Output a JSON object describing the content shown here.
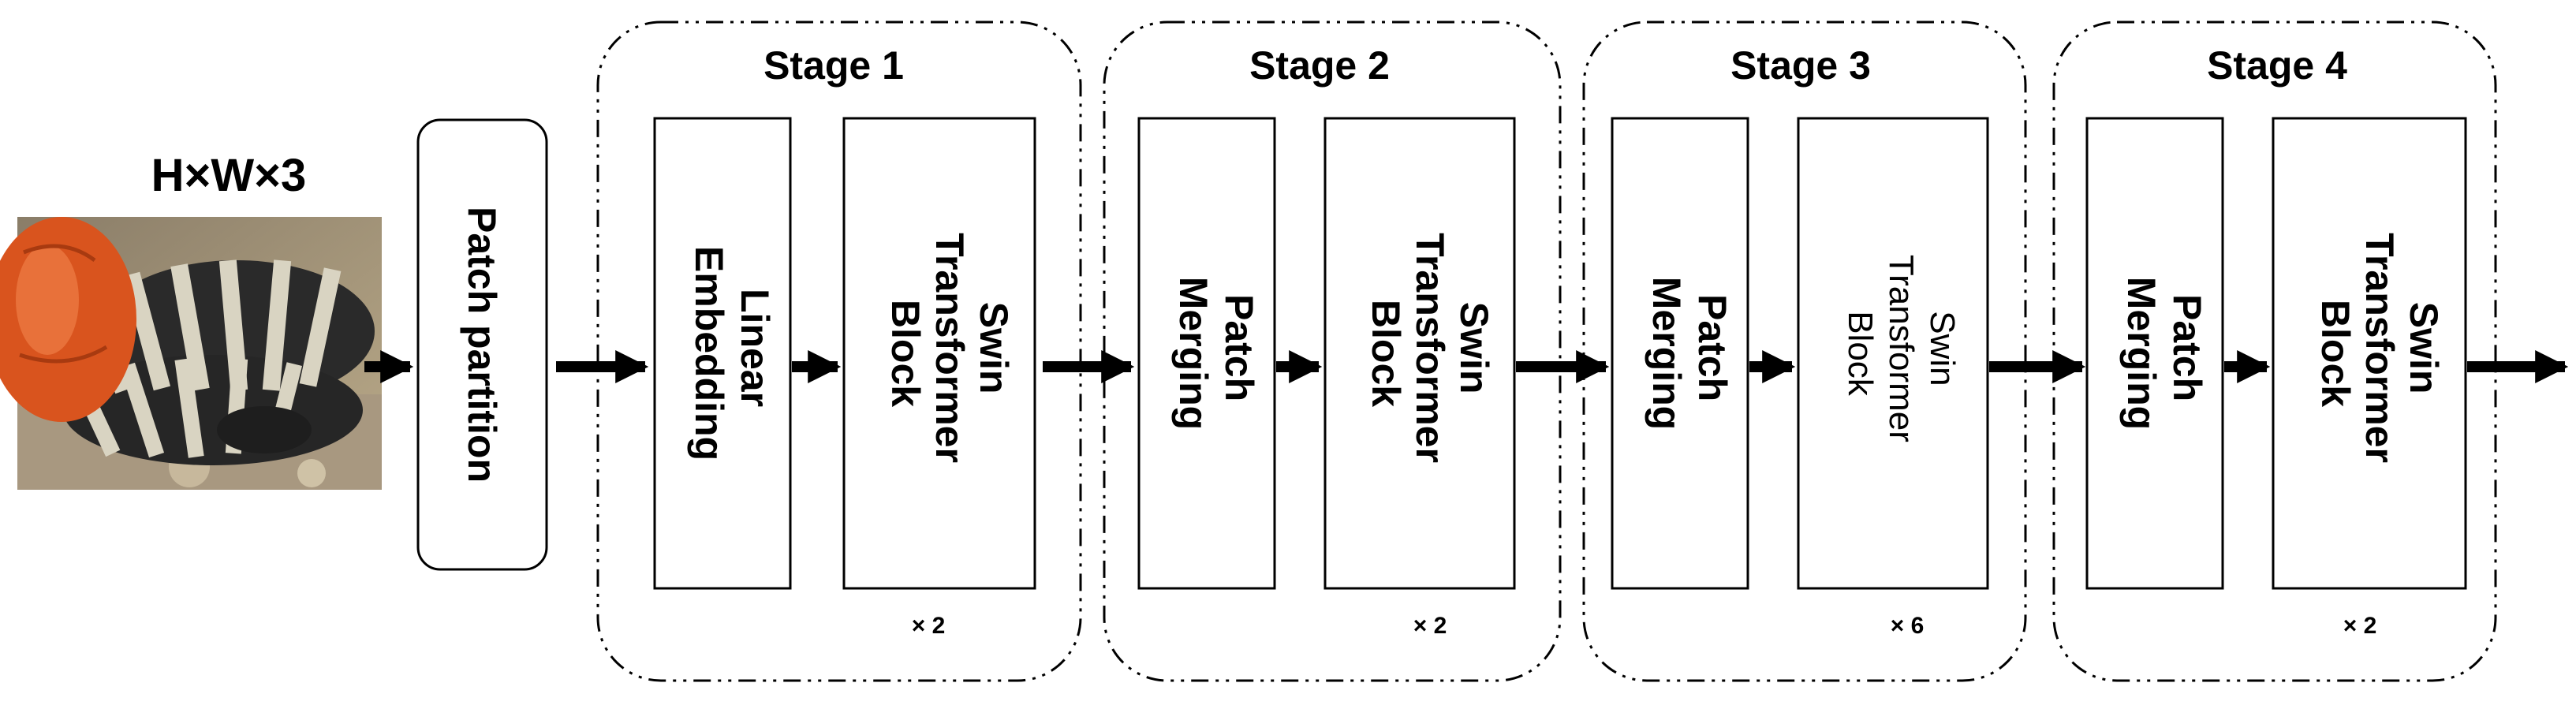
{
  "input": {
    "label": "H×W×3",
    "image": "snake-photo"
  },
  "patch_partition": {
    "label": "Patch partition"
  },
  "stages": [
    {
      "title": "Stage 1",
      "first_block": [
        "Linear",
        "Embedding"
      ],
      "second_block": [
        "Swin",
        "Transformer",
        "Block"
      ],
      "repeat": "× 2"
    },
    {
      "title": "Stage 2",
      "first_block": [
        "Patch",
        "Merging"
      ],
      "second_block": [
        "Swin",
        "Transformer",
        "Block"
      ],
      "repeat": "× 2"
    },
    {
      "title": "Stage 3",
      "first_block": [
        "Patch",
        "Merging"
      ],
      "second_block": [
        "Swin",
        "Transformer",
        "Block"
      ],
      "repeat": "× 6"
    },
    {
      "title": "Stage 4",
      "first_block": [
        "Patch",
        "Merging"
      ],
      "second_block": [
        "Swin",
        "Transformer",
        "Block"
      ],
      "repeat": "× 2"
    }
  ],
  "colors": {
    "stroke": "#000000",
    "background": "#ffffff"
  }
}
